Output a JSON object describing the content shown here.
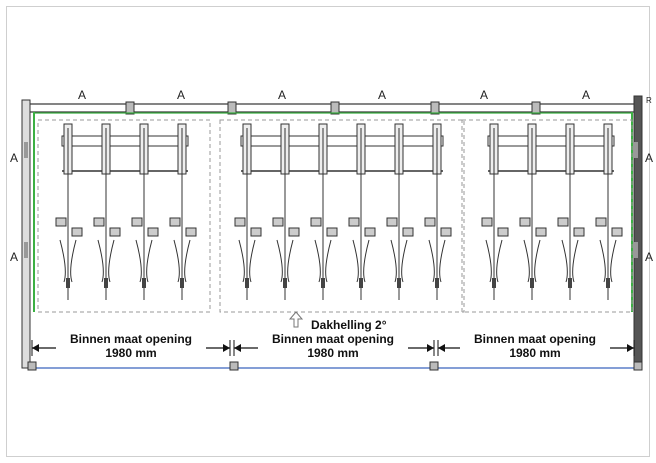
{
  "drawing": {
    "module_label": "A",
    "edge_label": "R",
    "roof_slope_label": "Dakhelling 2°",
    "openings": [
      {
        "label": "Binnen maat opening",
        "width": "1980 mm"
      },
      {
        "label": "Binnen maat opening",
        "width": "1980 mm"
      },
      {
        "label": "Binnen maat opening",
        "width": "1980 mm"
      }
    ],
    "colors": {
      "line": "#333333",
      "accent_green": "#3cb043",
      "accent_blue": "#5b7fc9",
      "grey": "#9a9a9a"
    }
  }
}
